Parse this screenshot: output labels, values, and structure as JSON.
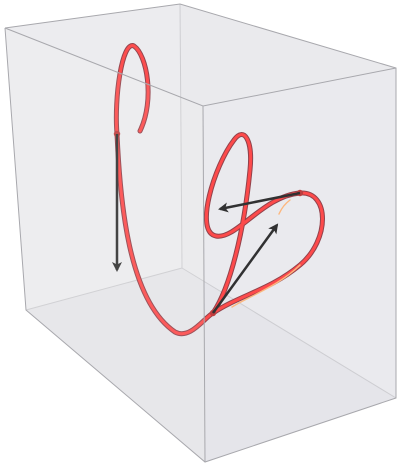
{
  "figure": {
    "type": "3d-parametric-curve",
    "colors": {
      "box_back_fill": "#e9e9ec",
      "box_front_fill": "#f3f3f5",
      "box_edge": "#b8b8bc",
      "curve_outer": "#8a1a24",
      "curve_inner": "#ff1f1f",
      "curve_highlight": "#ffb06a",
      "point": "#b01010",
      "arrow": "#000000"
    },
    "curve_points": 3,
    "arrows": 3
  }
}
